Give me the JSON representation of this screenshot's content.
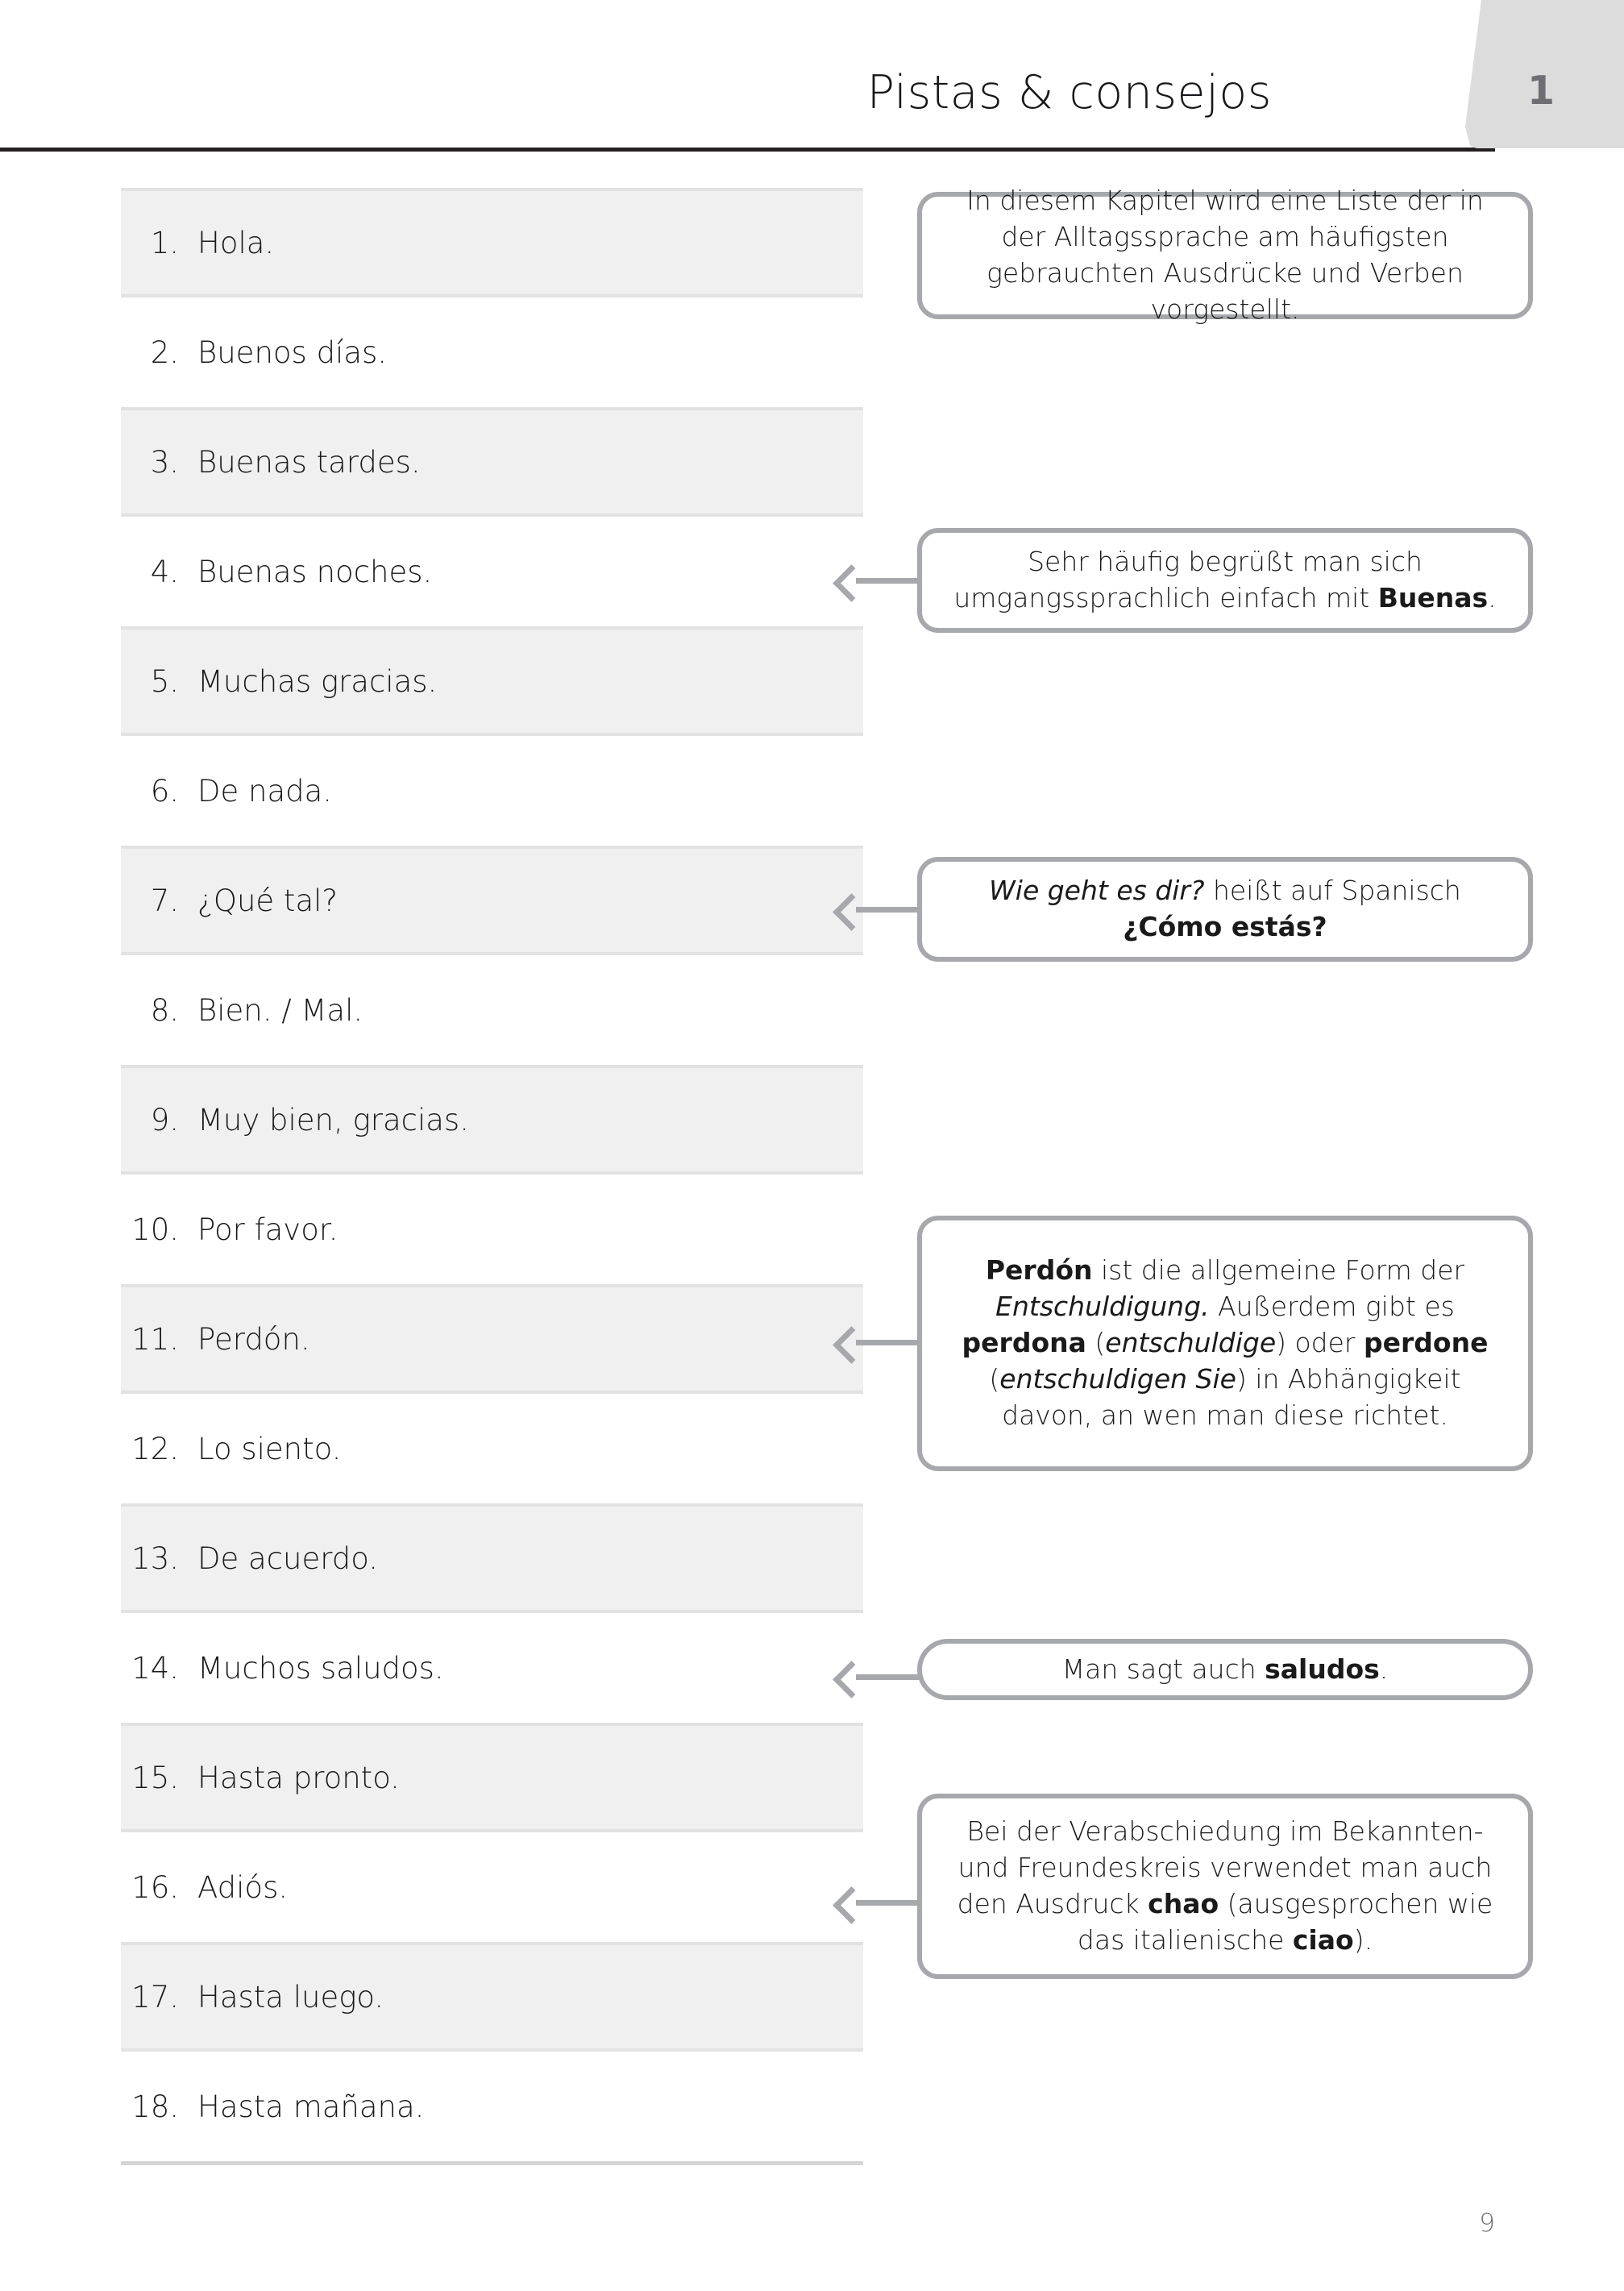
{
  "header": {
    "title": "Pistas & consejos",
    "chapter": "1"
  },
  "list": {
    "items": [
      {
        "number": "1.",
        "text": "Hola."
      },
      {
        "number": "2.",
        "text": "Buenos días."
      },
      {
        "number": "3.",
        "text": "Buenas tardes."
      },
      {
        "number": "4.",
        "text": "Buenas noches."
      },
      {
        "number": "5.",
        "text": "Muchas gracias."
      },
      {
        "number": "6.",
        "text": "De nada."
      },
      {
        "number": "7.",
        "text": "¿Qué tal?"
      },
      {
        "number": "8.",
        "text": "Bien. / Mal."
      },
      {
        "number": "9.",
        "text": "Muy bien, gracias."
      },
      {
        "number": "10.",
        "text": "Por favor."
      },
      {
        "number": "11.",
        "text": "Perdón."
      },
      {
        "number": "12.",
        "text": "Lo siento."
      },
      {
        "number": "13.",
        "text": "De acuerdo."
      },
      {
        "number": "14.",
        "text": "Muchos saludos."
      },
      {
        "number": "15.",
        "text": "Hasta pronto."
      },
      {
        "number": "16.",
        "text": "Adiós."
      },
      {
        "number": "17.",
        "text": "Hasta luego."
      },
      {
        "number": "18.",
        "text": "Hasta mañana."
      }
    ]
  },
  "callouts": [
    {
      "id": "intro",
      "html": "In diesem Kapitel wird eine Liste der in der Alltagssprache am häufigsten gebrauchten Ausdrücke und Verben vorgestellt."
    },
    {
      "id": "buenas",
      "html": "Sehr häufig begrüßt man sich umgangssprachlich einfach mit <b>Buenas</b>."
    },
    {
      "id": "como-estas",
      "html": "<i>Wie geht es dir?</i> heißt auf Spanisch<br><b>¿Cómo estás?</b>"
    },
    {
      "id": "perdon",
      "html": "<b>Perdón</b> ist die allgemeine Form der <i>Entschuldigung.</i> Außerdem gibt es <b>perdona</b> (<i>entschuldige</i>) oder <b>perdone</b> (<i>entschuldigen Sie</i>) in Abhängigkeit davon, an wen man diese richtet."
    },
    {
      "id": "saludos",
      "html": "Man sagt auch <b>saludos</b>."
    },
    {
      "id": "chao",
      "html": "Bei der Verabschiedung im Bekannten- und Freundeskreis verwendet man auch den Ausdruck <b>chao</b> (ausgesprochen wie das italienische <b>ciao</b>)."
    }
  ],
  "footer": {
    "page_number": "9"
  },
  "colors": {
    "row_shade": "#f0f0f0",
    "row_border": "#e2e2e2",
    "callout_border": "#a6a8ab",
    "tab_background": "#dcdcdc",
    "header_rule": "#231f20"
  }
}
